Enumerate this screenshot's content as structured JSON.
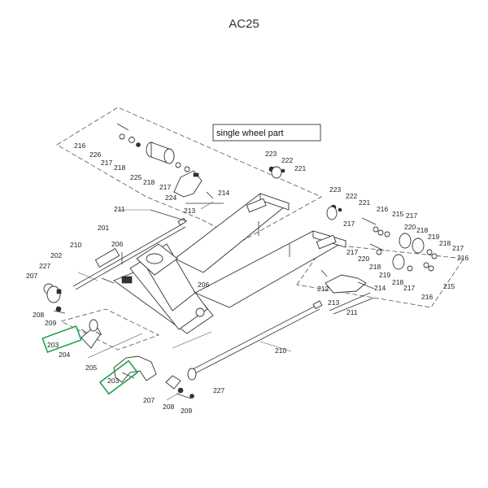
{
  "title": "AC25",
  "box_label": "single wheel part",
  "highlight_color": "#1aa34a",
  "labels": {
    "l216a": "216",
    "l226": "226",
    "l217a": "217",
    "l218a": "218",
    "l225": "225",
    "l218b": "218",
    "l217b": "217",
    "l224": "224",
    "l213a": "213",
    "l214a": "214",
    "l223a": "223",
    "l222a": "222",
    "l221a": "221",
    "l223b": "223",
    "l222b": "222",
    "l221b": "221",
    "l216b": "216",
    "l215a": "215",
    "l217c": "217",
    "l220a": "220",
    "l218c": "218",
    "l219a": "219",
    "l218d": "218",
    "l217d": "217",
    "l216c": "216",
    "l217e": "217",
    "l217f": "217",
    "l220b": "220",
    "l218e": "218",
    "l219b": "219",
    "l218f": "218",
    "l217g": "217",
    "l216d": "216",
    "l215b": "215",
    "l212": "212",
    "l214b": "214",
    "l213b": "213",
    "l211b": "211",
    "l211a": "211",
    "l201": "201",
    "l210a": "210",
    "l206a": "206",
    "l202": "202",
    "l227a": "227",
    "l207a": "207",
    "l208a": "208",
    "l209a": "209",
    "l206b": "206",
    "l210b": "210",
    "l203a": "203",
    "l204": "204",
    "l205": "205",
    "l203b": "203",
    "l207b": "207",
    "l208b": "208",
    "l209b": "209",
    "l227b": "227"
  }
}
